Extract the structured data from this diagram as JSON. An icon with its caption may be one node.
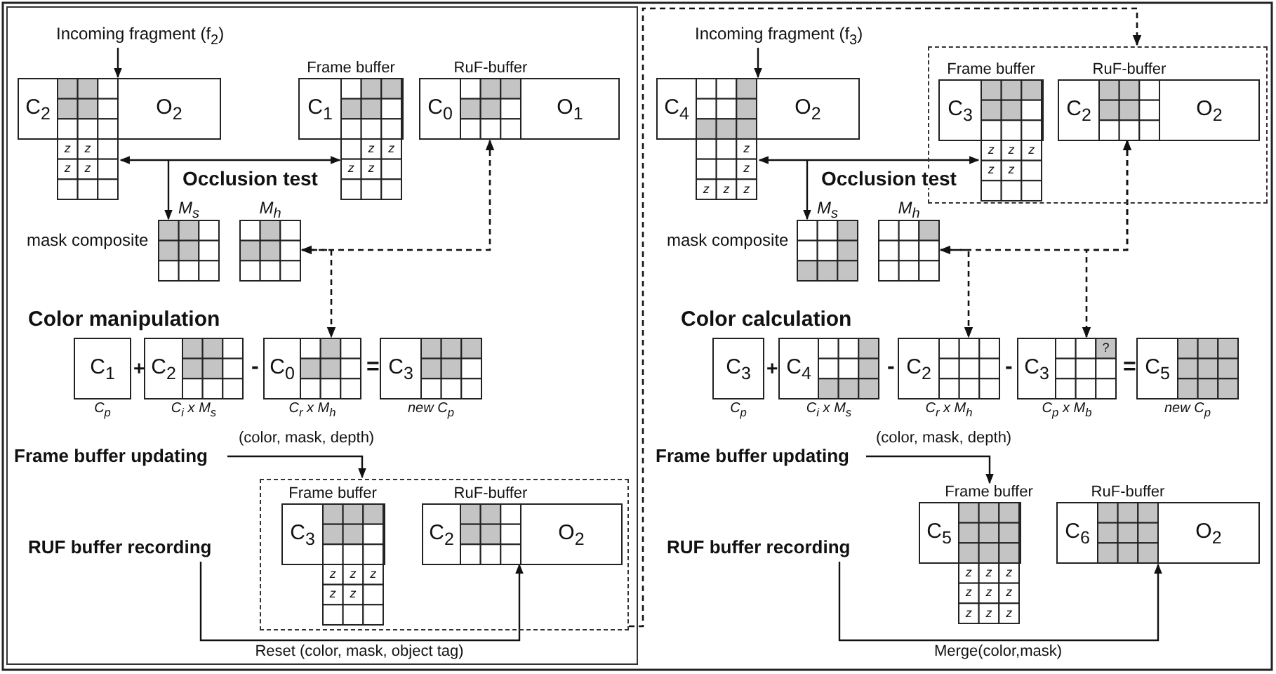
{
  "diagram": {
    "nodes": [
      {
        "text": [
          "Incoming fragment (f$_{2}$)"
        ]
      },
      {
        "text": [
          "C$_{2}$",
          "O$_{2}$",
          "z",
          "z",
          "z",
          "z"
        ]
      },
      {
        "text": [
          "Frame buffer",
          "C$_{1}$",
          "z",
          "z",
          "z",
          "z"
        ]
      },
      {
        "text": [
          "RuF-buffer",
          "C$_{0}$",
          "O$_{1}$"
        ]
      },
      {
        "text": [
          "M$_{s}$"
        ]
      },
      {
        "text": [
          "M$_{h}$"
        ]
      },
      {
        "text": [
          "C$_{1}$"
        ],
        "beside": [
          "C$_{p}$"
        ]
      },
      {
        "text": [
          "C$_{2}$"
        ],
        "beside": [
          "C$_{i}$ x M$_{s}$"
        ]
      },
      {
        "text": [
          "C$_{0}$"
        ],
        "beside": [
          "C$_{r}$ x M$_{h}$"
        ]
      },
      {
        "text": [
          "C$_{3}$"
        ],
        "beside": [
          "new C$_{p}$"
        ]
      },
      {
        "text": [
          "Frame buffer updating"
        ]
      },
      {
        "text": [],
        "shape": "box"
      },
      {
        "text": [
          "Frame buffer",
          "C$_{3}$",
          "z",
          "z",
          "z",
          "z",
          "z"
        ],
        "in": 11
      },
      {
        "text": [
          "RuF-buffer",
          "C$_{2}$",
          "O$_{2}$"
        ],
        "in": 11
      },
      {
        "text": [
          "RUF buffer recording"
        ]
      },
      {
        "text": [
          "Incoming fragment (f$_{3}$)"
        ]
      },
      {
        "text": [
          "C$_{4}$",
          "O$_{2}$",
          "z",
          "z",
          "z",
          "z",
          "z"
        ]
      },
      {
        "text": [],
        "shape": "box"
      },
      {
        "text": [
          "Frame buffer",
          "C$_{3}$",
          "z",
          "z",
          "z",
          "z",
          "z"
        ],
        "in": 17
      },
      {
        "text": [
          "RuF-buffer",
          "C$_{2}$",
          "O$_{2}$"
        ],
        "in": 17
      },
      {
        "text": [
          "M$_{s}$"
        ]
      },
      {
        "text": [
          "M$_{h}$"
        ]
      },
      {
        "text": [
          "C$_{3}$"
        ],
        "beside": [
          "C$_{p}$"
        ]
      },
      {
        "text": [
          "C$_{4}$"
        ],
        "beside": [
          "C$_{i}$ x M$_{s}$"
        ]
      },
      {
        "text": [
          "C$_{2}$"
        ],
        "beside": [
          "C$_{r}$ x M$_{h}$"
        ]
      },
      {
        "text": [
          "C$_{3}$",
          "?"
        ],
        "beside": [
          "C$_{p}$ x M$_{b}$"
        ]
      },
      {
        "text": [
          "C$_{5}$"
        ],
        "beside": [
          "new C$_{p}$"
        ]
      },
      {
        "text": [
          "Frame buffer updating"
        ]
      },
      {
        "text": [
          "Frame buffer",
          "C$_{5}$",
          "z",
          "z",
          "z",
          "z",
          "z",
          "z",
          "z",
          "z",
          "z"
        ]
      },
      {
        "text": [
          "RuF-buffer",
          "C$_{6}$",
          "O$_{2}$"
        ]
      },
      {
        "text": [
          "RUF buffer recording"
        ]
      }
    ],
    "edges": [
      {
        "from": 0,
        "to": 1,
        "arrow": "to"
      },
      {
        "from": 1,
        "to": 2,
        "arrow": "both",
        "label": "Occlusion test"
      },
      {
        "from": 1,
        "to": 4,
        "arrow": "to"
      },
      {
        "from": 3,
        "to": 5,
        "arrow": "both",
        "style": "dashed"
      },
      {
        "from": 5,
        "to": 8,
        "arrow": "to",
        "style": "dashed"
      },
      {
        "from": 10,
        "to": 11,
        "arrow": "to",
        "label": "(color, mask, depth)"
      },
      {
        "from": 14,
        "to": 13,
        "arrow": "to",
        "label": "Reset (color, mask, object tag)"
      },
      {
        "from": 11,
        "to": 17,
        "arrow": "to",
        "style": "dashed"
      },
      {
        "from": 15,
        "to": 16,
        "arrow": "to"
      },
      {
        "from": 16,
        "to": 18,
        "arrow": "both",
        "label": "Occlusion test"
      },
      {
        "from": 16,
        "to": 20,
        "arrow": "to"
      },
      {
        "from": 19,
        "to": 21,
        "arrow": "both",
        "style": "dashed"
      },
      {
        "from": 21,
        "to": 24,
        "arrow": "to",
        "style": "dashed"
      },
      {
        "from": 19,
        "to": 25,
        "arrow": "to",
        "style": "dashed"
      },
      {
        "from": 27,
        "to": 28,
        "arrow": "to",
        "label": "(color, mask, depth)"
      },
      {
        "from": 30,
        "to": 29,
        "arrow": "to",
        "label": "Merge(color,mask)"
      }
    ],
    "labels": [
      "mask composite",
      "Color manipulation",
      "+",
      "-",
      "=",
      "mask composite",
      "Color calculation",
      "+",
      "-",
      "-",
      "="
    ]
  }
}
